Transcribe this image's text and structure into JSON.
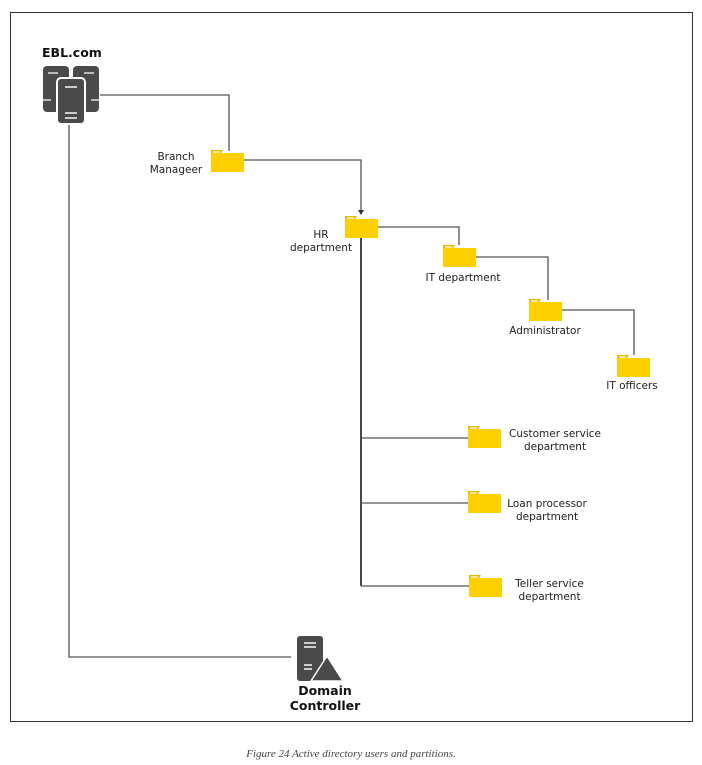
{
  "figure": {
    "caption": "Figure 24 Active directory users and partitions."
  },
  "nodes": {
    "root": {
      "label": "EBL.com",
      "icon": "server-cluster-icon"
    },
    "branch_manager": {
      "label_line1": "Branch",
      "label_line2": "Manageer",
      "icon": "folder-icon"
    },
    "hr": {
      "label_line1": "HR",
      "label_line2": "department",
      "icon": "folder-icon"
    },
    "it": {
      "label": "IT department",
      "icon": "folder-icon"
    },
    "admin": {
      "label": "Administrator",
      "icon": "folder-icon"
    },
    "it_officers": {
      "label": "IT officers",
      "icon": "folder-icon"
    },
    "customer_service": {
      "label_line1": "Customer service",
      "label_line2": "department",
      "icon": "folder-icon"
    },
    "loan_processor": {
      "label_line1": "Loan processor",
      "label_line2": "department",
      "icon": "folder-icon"
    },
    "teller_service": {
      "label_line1": "Teller service",
      "label_line2": "department",
      "icon": "folder-icon"
    },
    "domain_controller": {
      "label_line1": "Domain",
      "label_line2": "Controller",
      "icon": "domain-controller-icon"
    }
  },
  "colors": {
    "folder": "#FFD000",
    "folder_dark": "#E8B800",
    "server": "#4a4a4a",
    "line": "#555555"
  }
}
